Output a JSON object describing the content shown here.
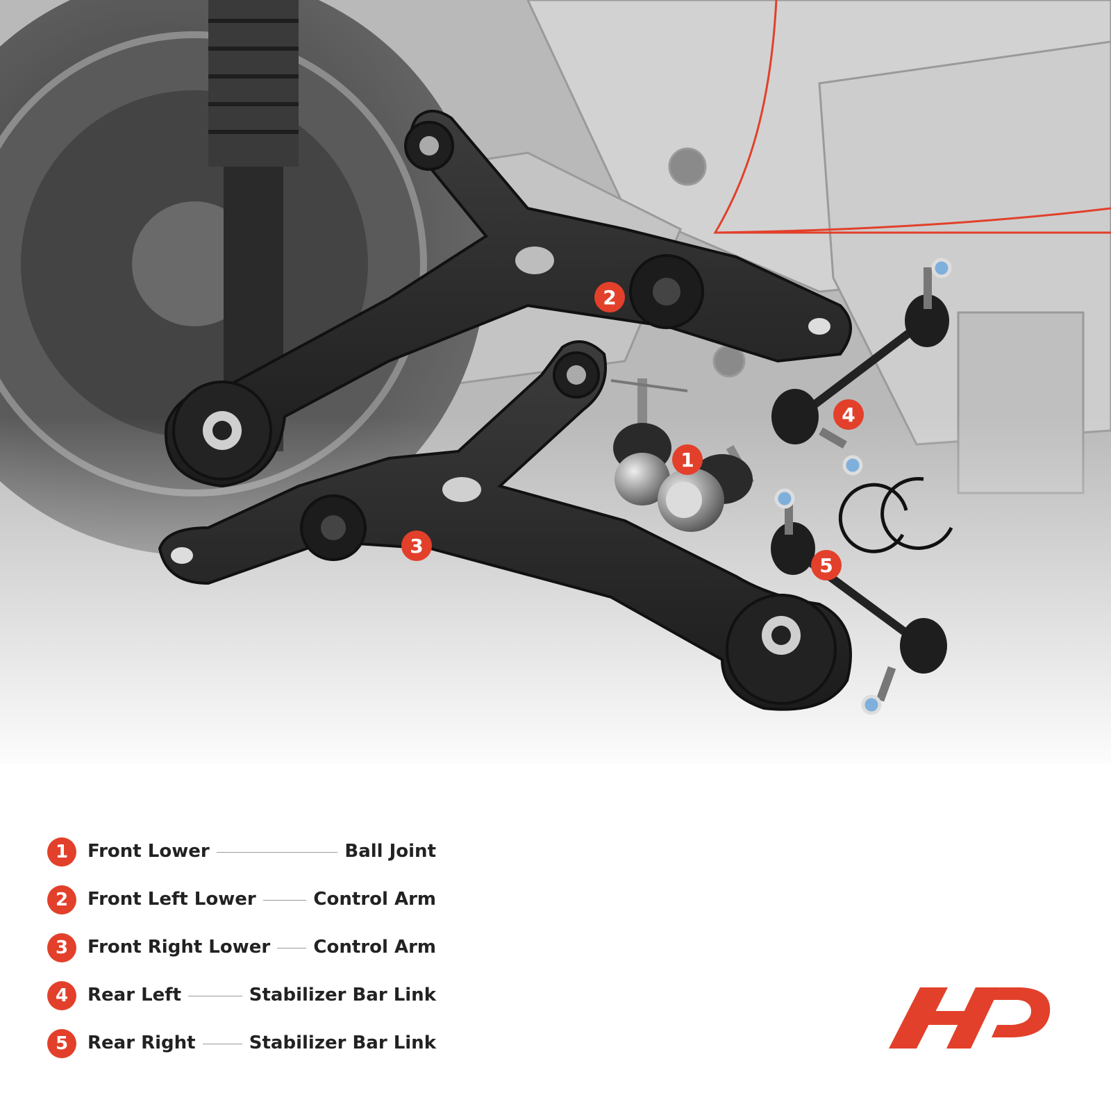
{
  "colors": {
    "accent": "#e2402b",
    "part": "#2b2b2b",
    "background_gray": "#9c9c9c"
  },
  "callouts": [
    "1",
    "2",
    "3",
    "4",
    "5"
  ],
  "legend": [
    {
      "number": "1",
      "position": "Front Lower",
      "part": "Ball Joint"
    },
    {
      "number": "2",
      "position": "Front Left Lower",
      "part": "Control Arm"
    },
    {
      "number": "3",
      "position": "Front Right Lower",
      "part": "Control Arm"
    },
    {
      "number": "4",
      "position": "Rear Left",
      "part": "Stabilizer Bar Link"
    },
    {
      "number": "5",
      "position": "Rear Right",
      "part": "Stabilizer Bar Link"
    }
  ],
  "logo": {
    "icon": "a-premium-logo-icon"
  }
}
